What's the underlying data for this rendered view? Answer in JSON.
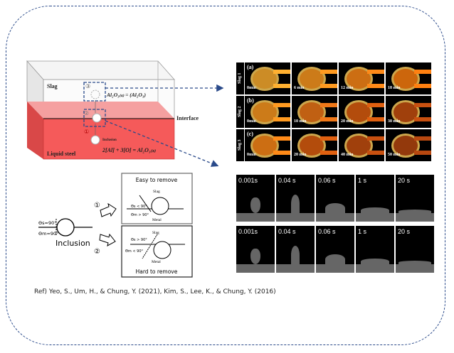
{
  "schematic": {
    "slag": "Slag",
    "liquid_steel": "Liquid steel",
    "interface": "Interface",
    "inclusion": "Inclusion",
    "step1": "①",
    "step2": "②",
    "step3": "③",
    "reaction_top": "Al₂O₃₍ₛ₎ = (Al₂O₃)",
    "reaction_bottom": "2[Al] + 3[O] = Al₂O₃₍ₛ₎",
    "colors": {
      "slag": "#f2f2f2",
      "steel": "#f55a5a",
      "arrow": "#2a4a8a"
    }
  },
  "wetting": {
    "left_theta_s": "Θs=90°",
    "left_theta_m": "Θm=90°",
    "inclusion": "Inclusion",
    "path1": "①",
    "path2": "②",
    "easy": {
      "title": "Easy to remove",
      "slag": "Slag",
      "metal": "Metal",
      "theta_s": "Θs < 90°",
      "theta_m": "Θm > 90°"
    },
    "hard": {
      "title": "Hard to remove",
      "slag": "Slag",
      "metal": "Metal",
      "theta_s": "Θs > 90°",
      "theta_m": "Θm < 90°"
    }
  },
  "micrographs": {
    "rows": [
      {
        "panel": "(a)",
        "label": "Slag 1",
        "times": [
          "0min",
          "6 min",
          "12 min",
          "18 min"
        ]
      },
      {
        "panel": "(b)",
        "label": "Slag 2",
        "times": [
          "0min",
          "10 min",
          "20 min",
          "30 min"
        ]
      },
      {
        "panel": "(c)",
        "label": "Slag 3",
        "times": [
          "0min",
          "20 min",
          "40 min",
          "50 min"
        ]
      }
    ]
  },
  "droplets": {
    "rows": [
      [
        "0.001s",
        "0.04 s",
        "0.06 s",
        "1 s",
        "20 s"
      ],
      [
        "0.001s",
        "0.04 s",
        "0.06 s",
        "1 s",
        "20 s"
      ]
    ]
  },
  "reference": "Ref) Yeo, S., Um, H., & Chung, Y. (2021), Kim, S., Lee, K., & Chung, Y. (2016)"
}
